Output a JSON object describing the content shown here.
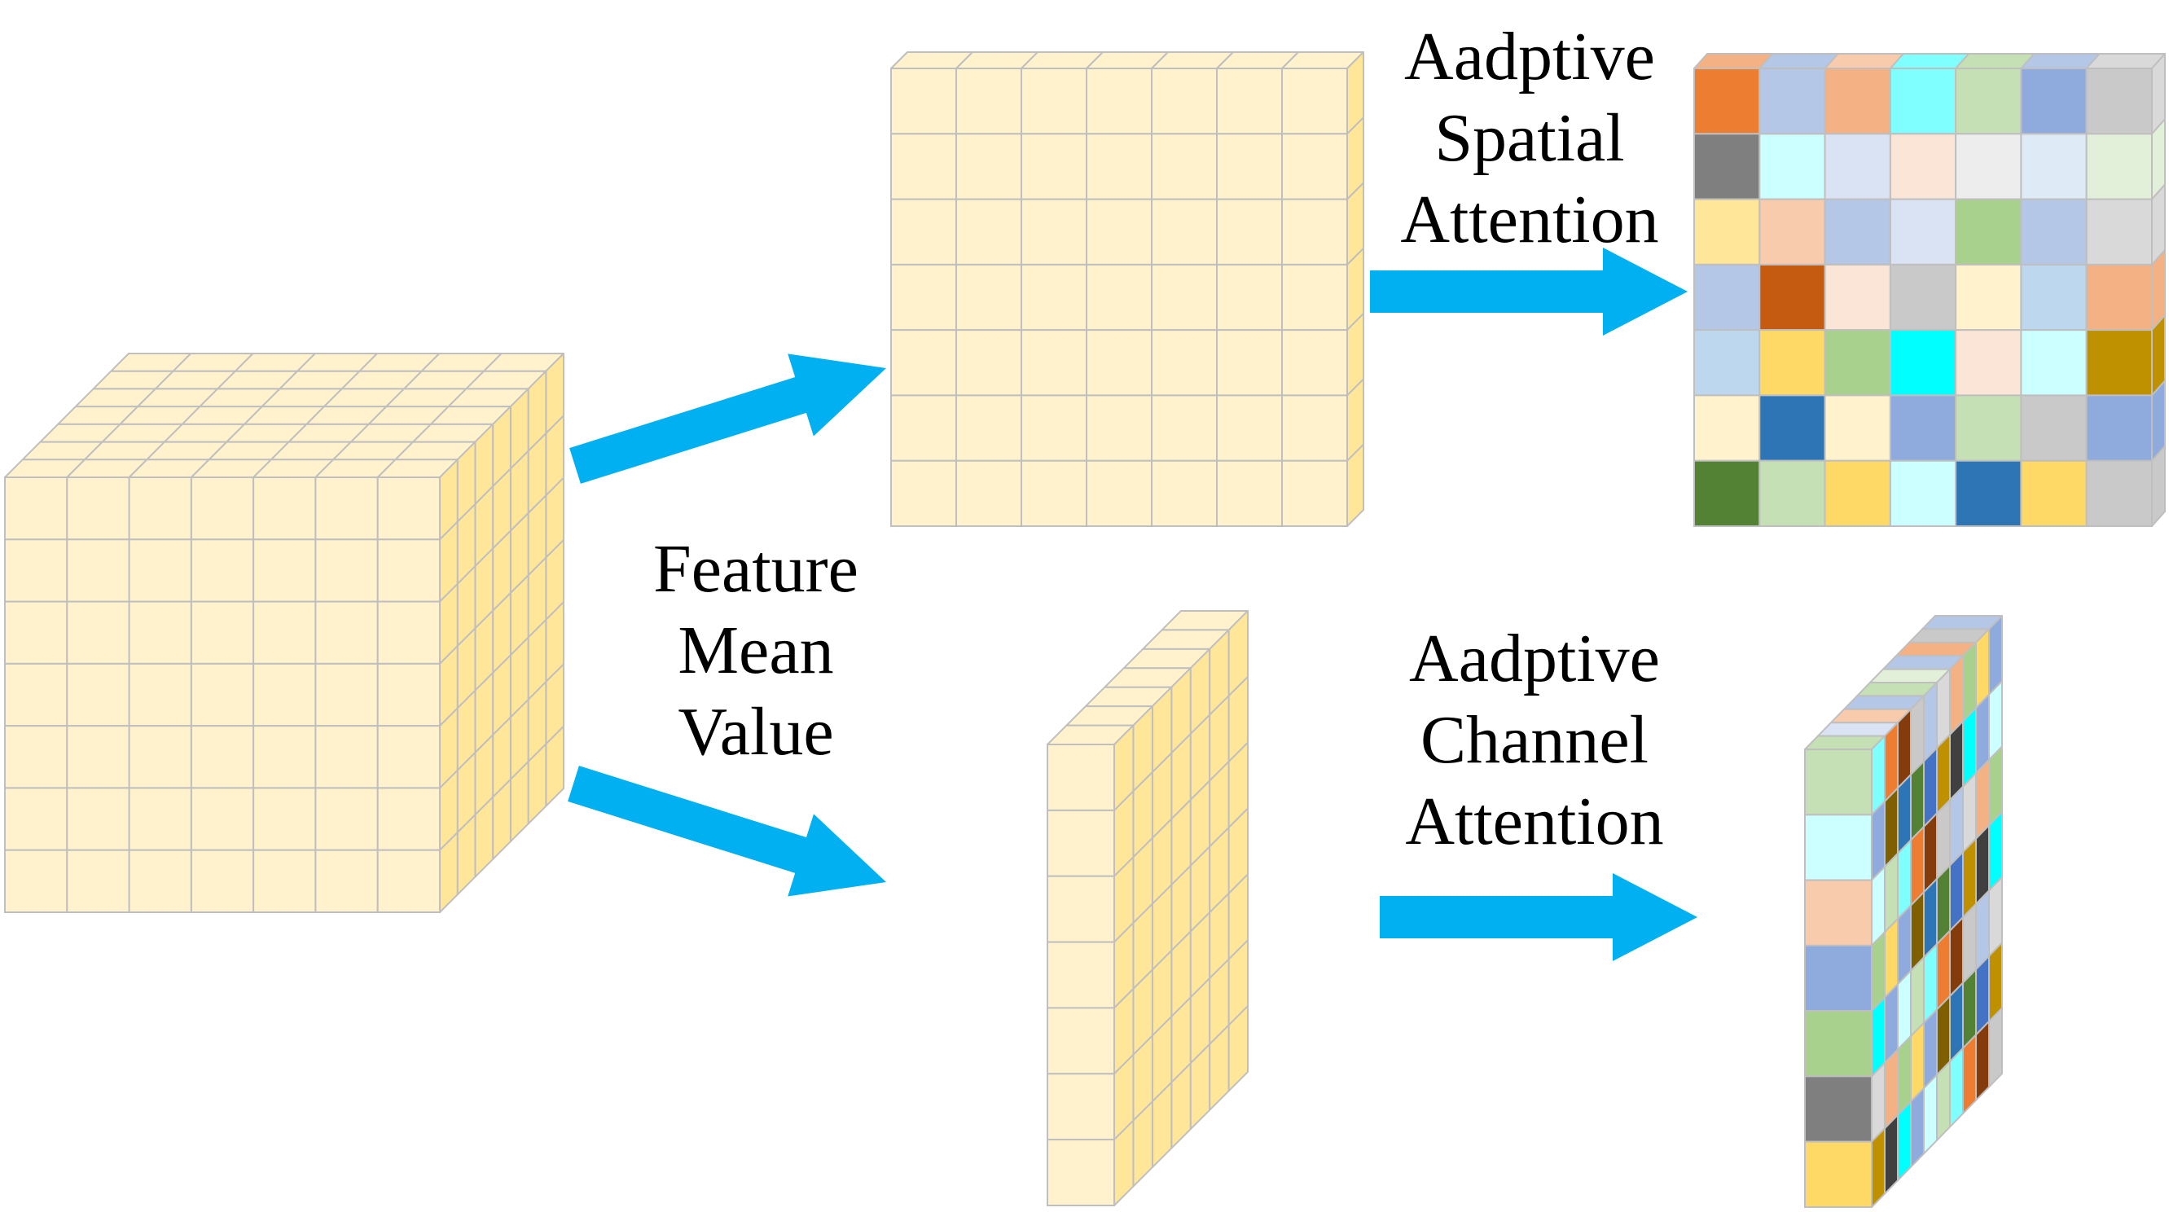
{
  "labels": {
    "feature_mean": [
      "Feature",
      "Mean",
      "Value"
    ],
    "spatial_attention": [
      "Aadptive",
      "Spatial",
      "Attention"
    ],
    "channel_attention": [
      "Aadptive",
      "Channel",
      "Attention"
    ]
  },
  "colors": {
    "cream_front": "#FFF2CC",
    "cream_side": "#FFE699",
    "grid_line": "#BFBFBF",
    "arrow": "#00B0F0",
    "text": "#000000"
  },
  "spatial_map_colors": [
    [
      "#ED7D31",
      "#B4C7E7",
      "#F4B183",
      "#7FFFFF",
      "#C5E0B4",
      "#8FAADC",
      "#C9C9C9"
    ],
    [
      "#7F7F7F",
      "#CCFFFF",
      "#DAE3F3",
      "#FBE5D6",
      "#EDEDED",
      "#DEEBF7",
      "#E2F0D9"
    ],
    [
      "#FFE699",
      "#F8CBAD",
      "#B4C7E7",
      "#DAE3F3",
      "#A9D18E",
      "#B4C7E7",
      "#D9D9D9"
    ],
    [
      "#B4C7E7",
      "#C55A11",
      "#FBE5D6",
      "#C9C9C9",
      "#FFF2CC",
      "#BDD7EE",
      "#F4B183"
    ],
    [
      "#BDD7EE",
      "#FFD966",
      "#A9D18E",
      "#00FFFF",
      "#FBE5D6",
      "#CCFFFF",
      "#BF9000"
    ],
    [
      "#FFF2CC",
      "#2E75B6",
      "#FFF2CC",
      "#8FAADC",
      "#C5E0B4",
      "#C9C9C9",
      "#8FAADC"
    ],
    [
      "#548235",
      "#C5E0B4",
      "#FFD966",
      "#CCFFFF",
      "#2E75B6",
      "#FFD966",
      "#C9C9C9"
    ]
  ],
  "spatial_map_top": [
    "#F4B183",
    "#B4C7E7",
    "#F8CBAD",
    "#7FFFFF",
    "#C5E0B4",
    "#B4C7E7",
    "#D9D9D9"
  ],
  "spatial_map_side": [
    "#D9D9D9",
    "#E2F0D9",
    "#D9D9D9",
    "#F4B183",
    "#BF9000",
    "#8FAADC",
    "#C9C9C9"
  ],
  "channel_front_colors": [
    "#C5E0B4",
    "#CCFFFF",
    "#F8CBAD",
    "#8FAADC",
    "#A9D18E",
    "#7F7F7F",
    "#FFD966"
  ],
  "channel_side_palette": [
    "#7FFFFF",
    "#C9C9C9",
    "#F4B183",
    "#8FAADC",
    "#548235",
    "#404040",
    "#CCFFFF",
    "#ED7D31",
    "#B4C7E7",
    "#A9D18E",
    "#7F6000",
    "#4472C4",
    "#00FFFF",
    "#C5E0B4",
    "#843C0C",
    "#D9D9D9",
    "#FFD966",
    "#2E75B6",
    "#BF9000",
    "#8FAADC"
  ],
  "channel_top_colors": [
    "#C5E0B4",
    "#DAE3F3",
    "#F8CBAD",
    "#B4C7E7",
    "#C5E0B4",
    "#E2F0D9",
    "#B4C7E7",
    "#F4B183",
    "#C9C9C9",
    "#B4C7E7"
  ]
}
